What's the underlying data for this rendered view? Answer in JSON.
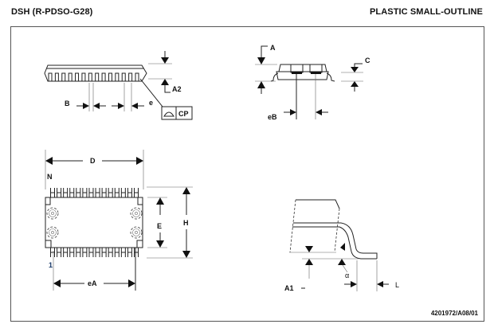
{
  "header": {
    "package_code": "DSH  (R-PDSO-G28)",
    "package_type": "PLASTIC SMALL-OUTLINE"
  },
  "views": {
    "side_view": {
      "labels": {
        "B": "B",
        "e": "e",
        "A2": "A2",
        "CP": "CP"
      },
      "lead_count_visible": 14
    },
    "end_view": {
      "labels": {
        "A": "A",
        "C": "C",
        "eB": "eB"
      }
    },
    "top_view": {
      "labels": {
        "D": "D",
        "N": "N",
        "one": "1",
        "E": "E",
        "H": "H",
        "eA": "eA"
      },
      "leads_per_side": 14
    },
    "detail_view": {
      "labels": {
        "A1": "A1",
        "alpha": "α",
        "L": "L"
      }
    }
  },
  "footer": {
    "document_number": "4201972/A08/01"
  }
}
